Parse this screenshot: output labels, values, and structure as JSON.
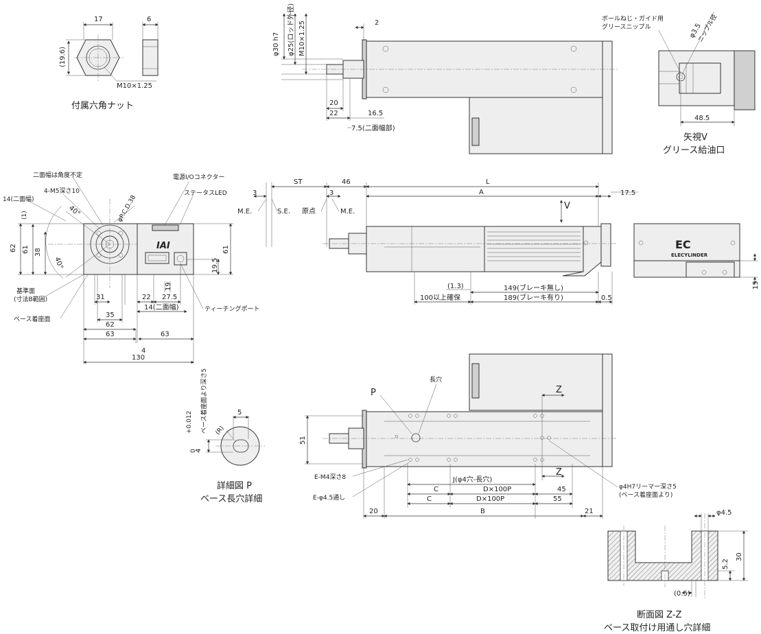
{
  "nut": {
    "dims": [
      "17",
      "6",
      "(19.6)",
      "M10×1.25"
    ],
    "caption": "付属六角ナット"
  },
  "top_view": {
    "dims": [
      "φ30 h7",
      "φ25(ロッド外径)",
      "M10×1.25",
      "2",
      "20",
      "22",
      "16.5",
      "7.5(二面幅部)"
    ]
  },
  "view_v": {
    "notes": [
      "ボールねじ・ガイド用",
      "グリースニップル"
    ],
    "dims": [
      "φ3.5",
      "ニップル径",
      "48.5"
    ],
    "caption_1": "矢視V",
    "caption_2": "グリース給油口"
  },
  "front_view": {
    "notes": [
      "二面幅は角度不定",
      "4-M5深さ10",
      "14(二面幅)",
      "φP.C.D.38",
      "電源I/Oコネクター",
      "ステータスLED",
      "基準面",
      "(寸法B範囲)",
      "ベース着座面",
      "ティーチングポート"
    ],
    "logo": "IAI",
    "dims": [
      "(1)",
      "62",
      "61",
      "38",
      "40°",
      "40°",
      "31",
      "35",
      "62",
      "63",
      "63",
      "4",
      "130",
      "22",
      "27.5",
      "19",
      "14(二面幅)",
      "19.5",
      "61"
    ]
  },
  "side_view": {
    "dims": [
      "ST",
      "46",
      "3",
      "3",
      "L",
      "A",
      "17.5",
      "(1.3)",
      "100以上確保",
      "149(ブレーキ無し)",
      "189(ブレーキ有り)",
      "0.5"
    ],
    "points": [
      "M.E.",
      "S.E.",
      "原点",
      "M.E."
    ],
    "arrow_label": "V"
  },
  "end_view": {
    "logo": "EC",
    "brand": "ELECYLINDER",
    "dims": [
      "15"
    ]
  },
  "bottom_view": {
    "labels": [
      "P",
      "長穴",
      "Z",
      "Z"
    ],
    "dims": [
      "51",
      "E-M4深さ8",
      "E-φ4.5通し",
      "20",
      "J(φ4穴-長穴)",
      "C",
      "D×100P",
      "45",
      "C",
      "D×100P",
      "55",
      "B",
      "21"
    ],
    "notes": [
      "φ4H7リーマー深さ5",
      "(ベース着座面より)"
    ]
  },
  "detail_p": {
    "dims": [
      "5",
      "4",
      "+0.012",
      "0",
      "ベース着座面より深さ5",
      "(R)"
    ],
    "caption_1": "詳細図 P",
    "caption_2": "ベース長穴詳細"
  },
  "section_zz": {
    "dims": [
      "φ4.5",
      "30",
      "5.2",
      "(0.5)"
    ],
    "caption_1": "断面図 Z-Z",
    "caption_2": "ベース取付け用通し穴詳細"
  }
}
